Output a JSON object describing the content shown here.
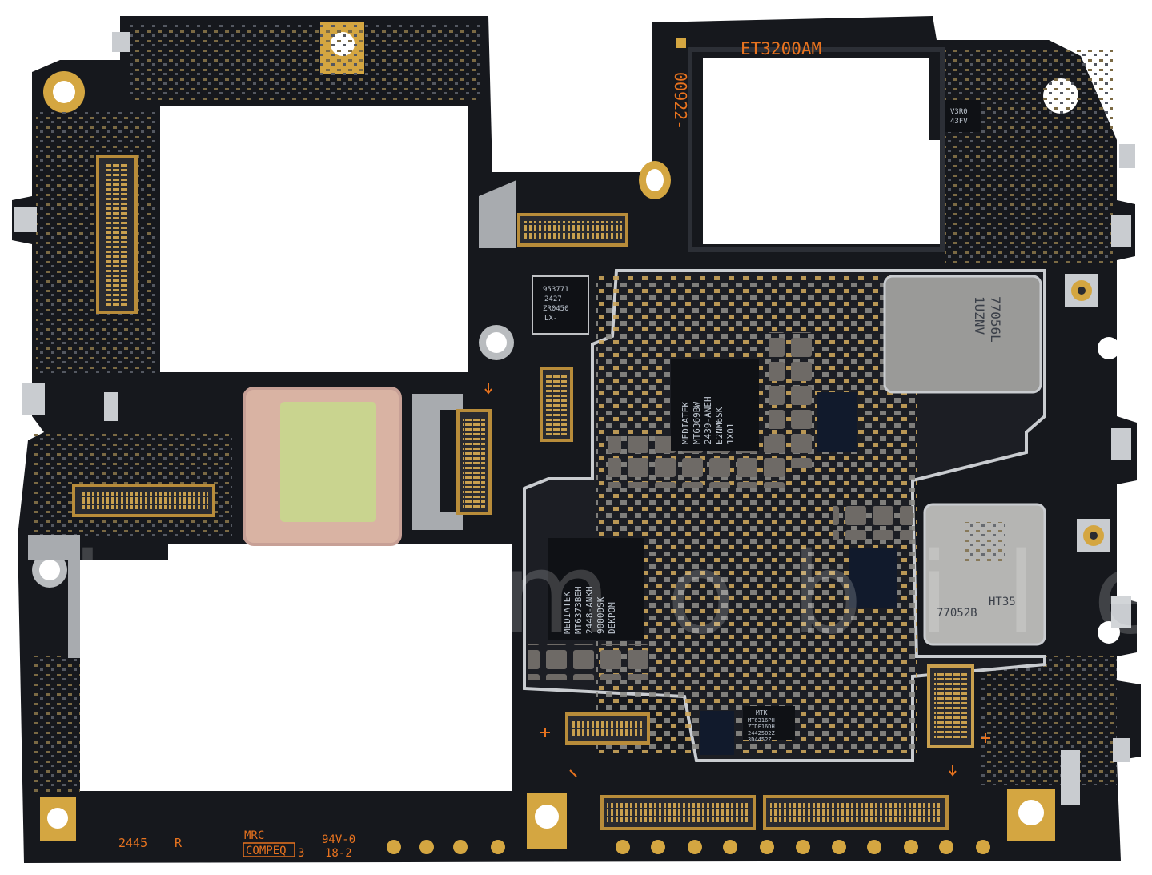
{
  "silkscreen": {
    "top_label": "ET3200AM",
    "vertical_code": "00922-",
    "date_code": "2445",
    "ul_mark": "R",
    "maker_line1": "MRC",
    "maker_line2": "COMPEQ",
    "maker_suffix": "3",
    "rating_line1": "94V-0",
    "rating_line2": "18-2"
  },
  "chips": {
    "pmic_main": {
      "line1": "MEDIATEK",
      "line2": "MT6369BW",
      "line3": "2439-ANEH",
      "line4": "E2NM6SK",
      "line5": "1X01"
    },
    "pmic_secondary": {
      "line1": "MEDIATEK",
      "line2": "MT6373BEH",
      "line3": "2448-ANKH",
      "line4": "9080DSK",
      "line5": "DEKPOM"
    },
    "small_pmic": {
      "line1": "MTK",
      "line2": "MT6316PH",
      "line3": "ZTDF16DH",
      "line4": "2442502Z",
      "line5": "3D4452Z"
    },
    "rf_module_top": {
      "line1": "77056L",
      "line2": "1UZNV"
    },
    "rf_module_bottom": {
      "line1": "77052B",
      "line2": "HT35"
    },
    "sensor_top_left": {
      "line1": "953771",
      "line2": "2427",
      "line3": "ZR0450",
      "line4": "LX-"
    },
    "corner_chip": {
      "line1": "V3R0",
      "line2": "43FV"
    }
  },
  "watermark": "ictomobile",
  "colors": {
    "board": "#16181d",
    "copper_pad": "#d4a641",
    "silkscreen": "#e8731f",
    "shield": "#b9bcbf",
    "thermal_pad": "#c9d48f",
    "connector": "#b88c3a"
  }
}
